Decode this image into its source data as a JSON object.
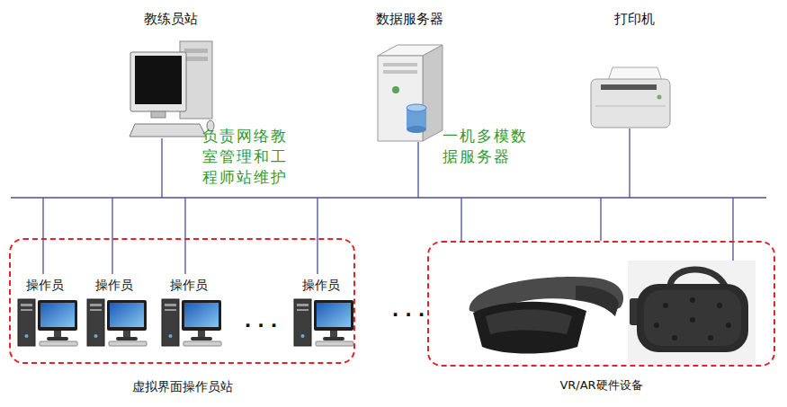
{
  "diagram": {
    "nodes": [
      {
        "text": [
          "教练员站"
        ]
      },
      {
        "text": [
          "数据服务器"
        ]
      },
      {
        "text": [
          "打印机"
        ]
      },
      {
        "text": [
          "虚拟界面操作员站"
        ]
      },
      {
        "text": [
          "操作员"
        ],
        "in": 3
      },
      {
        "text": [
          "操作员"
        ],
        "in": 3
      },
      {
        "text": [
          "操作员"
        ],
        "in": 3
      },
      {
        "text": [
          "操作员"
        ],
        "in": 3
      },
      {
        "text": [
          "VR/AR硬件设备"
        ]
      }
    ],
    "labels": [
      "负责网络教室管理和工程师站维护",
      "一机多模数据服务器",
      "· · ·",
      "· · ·"
    ]
  }
}
